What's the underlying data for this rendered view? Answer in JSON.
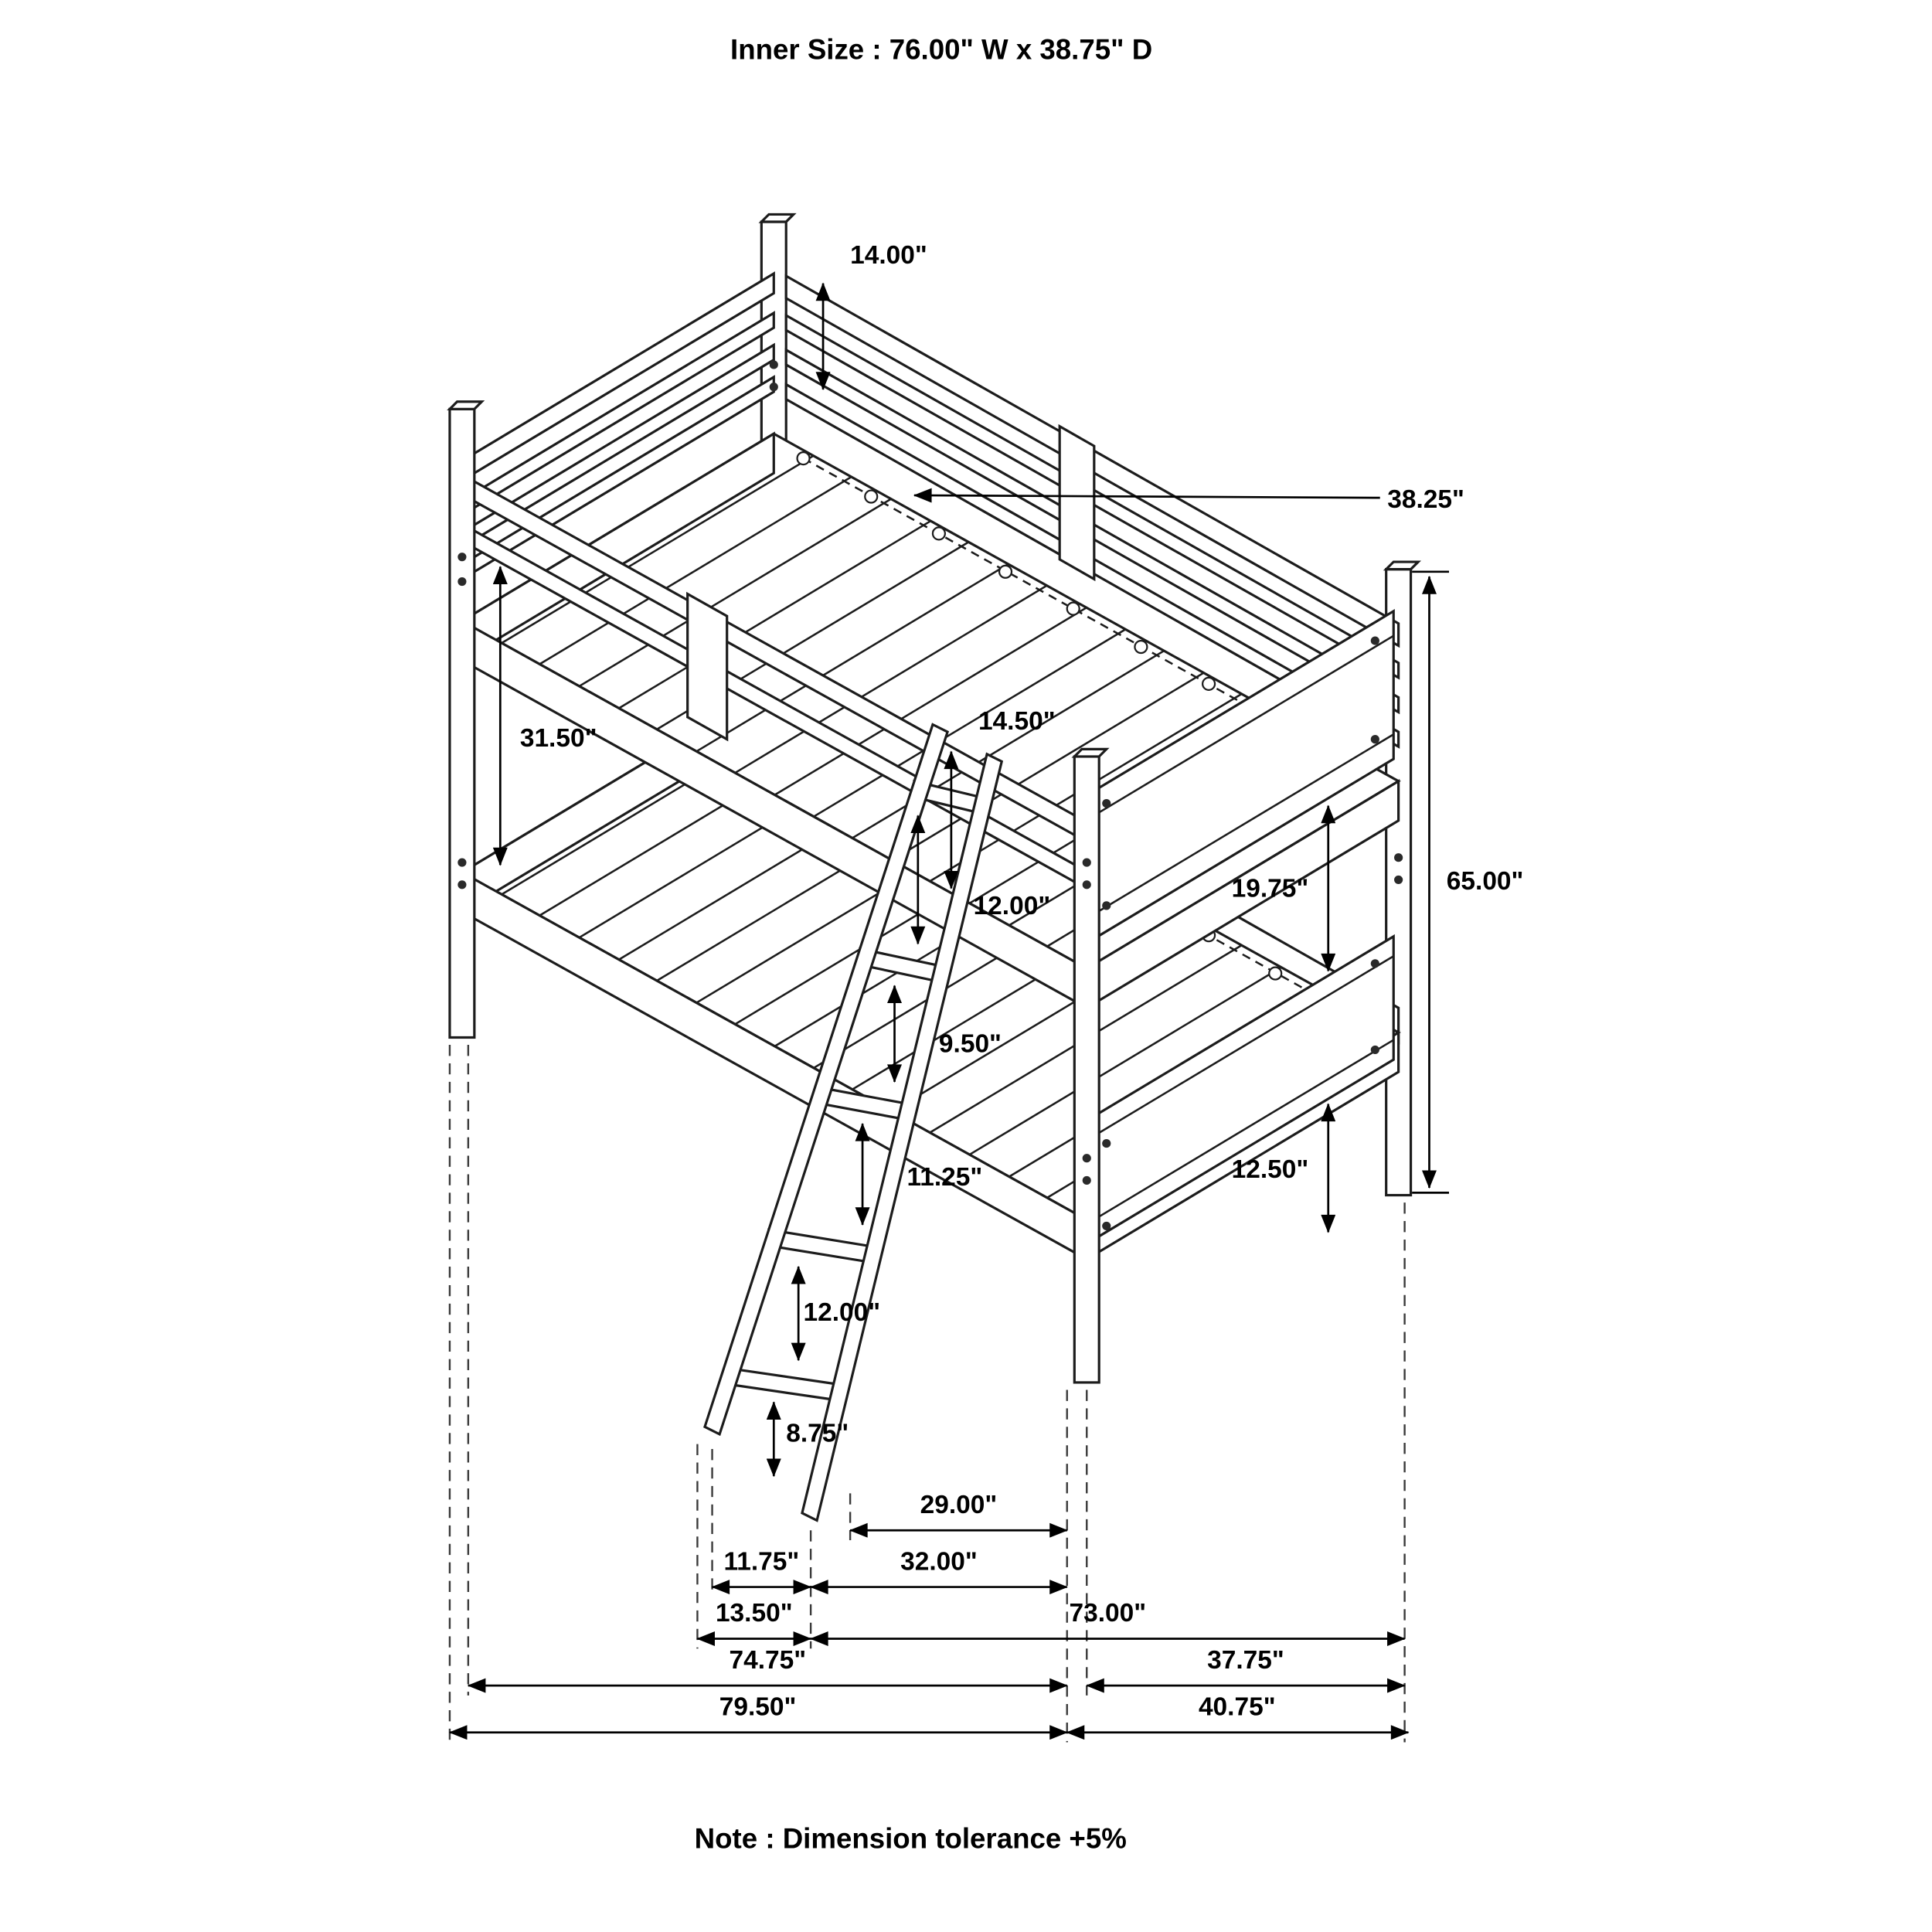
{
  "title": "Inner Size : 76.00\" W x  38.75\" D",
  "note": "Note : Dimension tolerance +5%",
  "dims": {
    "headboard_height": "14.00\"",
    "slats": "38.25\"",
    "bunk_spacing": "31.50\"",
    "guardrail_height": "14.50\"",
    "footboard_panel_gap": "19.75\"",
    "overall_height": "65.00\"",
    "ladder_rung_1": "12.00\"",
    "ladder_rung_2": "9.50\"",
    "ladder_rung_3": "11.25\"",
    "footboard_bottom": "12.50\"",
    "ladder_rung_4": "12.00\"",
    "ladder_rung_5": "8.75\"",
    "ladder_reach": "29.00\"",
    "ladder_foot_width": "11.75\"",
    "ladder_reach_outer": "32.00\"",
    "ladder_foot_offset": "13.50\"",
    "bed_length_inner": "73.00\"",
    "bed_length_frame": "74.75\"",
    "bed_depth_frame": "37.75\"",
    "overall_length": "79.50\"",
    "overall_depth": "40.75\""
  }
}
